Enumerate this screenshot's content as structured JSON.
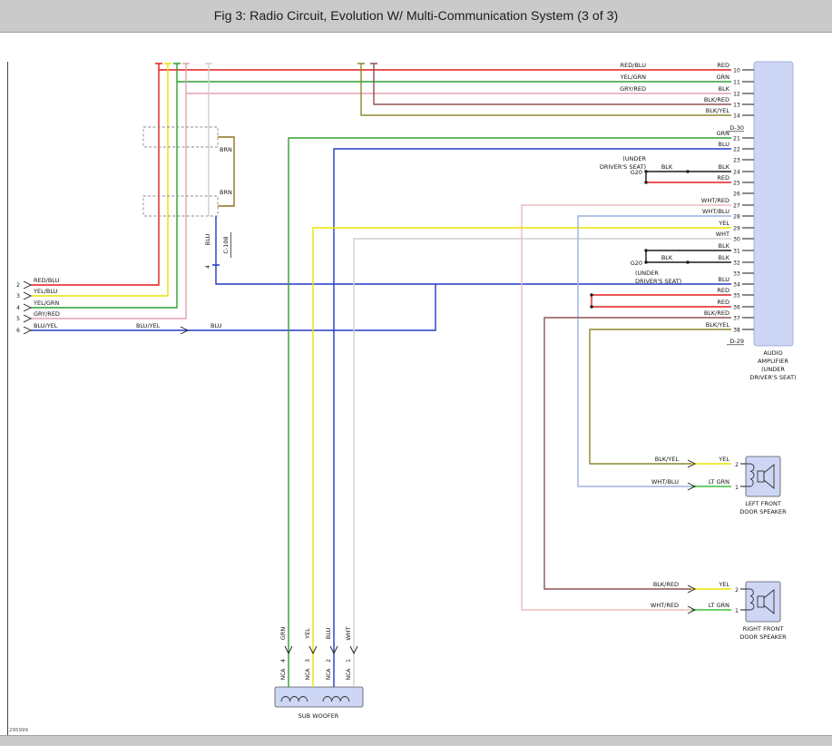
{
  "header": {
    "title": "Fig 3: Radio Circuit, Evolution W/ Multi-Communication System (3 of 3)"
  },
  "meta": {
    "ref": "295999"
  },
  "colors": {
    "red": "#e31c1c",
    "green": "#2ea12e",
    "yellow": "#e8e402",
    "blue": "#2438c3",
    "gry_red": "#e2a2b2",
    "wht": "#cfcfcf",
    "brown": "#8a7420",
    "wht_red": "#eebabc",
    "wht_blu": "#9fb0e0",
    "blk_red": "#8d5353",
    "blk_yel": "#8a8a2e",
    "lt_grn": "#3dbd3d",
    "blk": "#1a1a1a",
    "block_fill": "#cdd6f5"
  },
  "left": {
    "pins": [
      {
        "num": "2",
        "label": "RED/BLU"
      },
      {
        "num": "3",
        "label": "YEL/BLU"
      },
      {
        "num": "4",
        "label": "YEL/GRN"
      },
      {
        "num": "5",
        "label": "GRY/RED"
      },
      {
        "num": "6",
        "label": "BLU/YEL",
        "label2": "BLU/YEL",
        "label3": "BLU"
      }
    ]
  },
  "inline": {
    "brn": "BRN",
    "c108": {
      "name": "C-108",
      "pin": "4",
      "wire": "BLU"
    }
  },
  "amp": {
    "name_lines": [
      "AUDIO",
      "AMPLIFIER",
      "(UNDER",
      "DRIVER'S SEAT)"
    ],
    "connector_d30": "D-30",
    "connector_d29": "D-29",
    "ground1": {
      "label": "G20",
      "mid": "BLK",
      "note1": "(UNDER",
      "note2": "DRIVER'S SEAT)"
    },
    "ground2": {
      "label": "G20",
      "mid": "BLK",
      "note1": "(UNDER",
      "note2": "DRIVER'S SEAT)"
    },
    "rows": [
      {
        "pin": "10",
        "near": "RED",
        "far": "RED/BLU"
      },
      {
        "pin": "11",
        "near": "GRN",
        "far": "YEL/GRN"
      },
      {
        "pin": "12",
        "near": "BLK",
        "far": "GRY/RED"
      },
      {
        "pin": "13",
        "near": "BLK/RED"
      },
      {
        "pin": "14",
        "near": "BLK/YEL"
      },
      {
        "pin": "21",
        "near": "GRN"
      },
      {
        "pin": "22",
        "near": "BLU"
      },
      {
        "pin": "23"
      },
      {
        "pin": "24",
        "near": "BLK"
      },
      {
        "pin": "25",
        "near": "RED"
      },
      {
        "pin": "26"
      },
      {
        "pin": "27",
        "near": "WHT/RED"
      },
      {
        "pin": "28",
        "near": "WHT/BLU"
      },
      {
        "pin": "29",
        "near": "YEL"
      },
      {
        "pin": "30",
        "near": "WHT"
      },
      {
        "pin": "31",
        "near": "BLK"
      },
      {
        "pin": "32",
        "near": "BLK"
      },
      {
        "pin": "33"
      },
      {
        "pin": "34",
        "near": "BLU"
      },
      {
        "pin": "35",
        "near": "RED"
      },
      {
        "pin": "36",
        "near": "RED"
      },
      {
        "pin": "37",
        "near": "BLK/RED"
      },
      {
        "pin": "38",
        "near": "BLK/YEL"
      }
    ]
  },
  "speakers": {
    "left": {
      "name1": "LEFT FRONT",
      "name2": "DOOR SPEAKER",
      "pins": [
        {
          "num": "2",
          "far": "BLK/YEL",
          "near": "YEL"
        },
        {
          "num": "1",
          "far": "WHT/BLU",
          "near": "LT GRN"
        }
      ]
    },
    "right": {
      "name1": "RIGHT FRONT",
      "name2": "DOOR SPEAKER",
      "pins": [
        {
          "num": "2",
          "far": "BLK/RED",
          "near": "YEL"
        },
        {
          "num": "1",
          "far": "WHT/RED",
          "near": "LT GRN"
        }
      ]
    }
  },
  "sub": {
    "name": "SUB WOOFER",
    "pins": [
      {
        "num": "4",
        "wire": "GRN",
        "tag": "NCA"
      },
      {
        "num": "3",
        "wire": "YEL",
        "tag": "NCA"
      },
      {
        "num": "2",
        "wire": "BLU",
        "tag": "NCA"
      },
      {
        "num": "1",
        "wire": "WHT",
        "tag": "NCA"
      }
    ]
  }
}
